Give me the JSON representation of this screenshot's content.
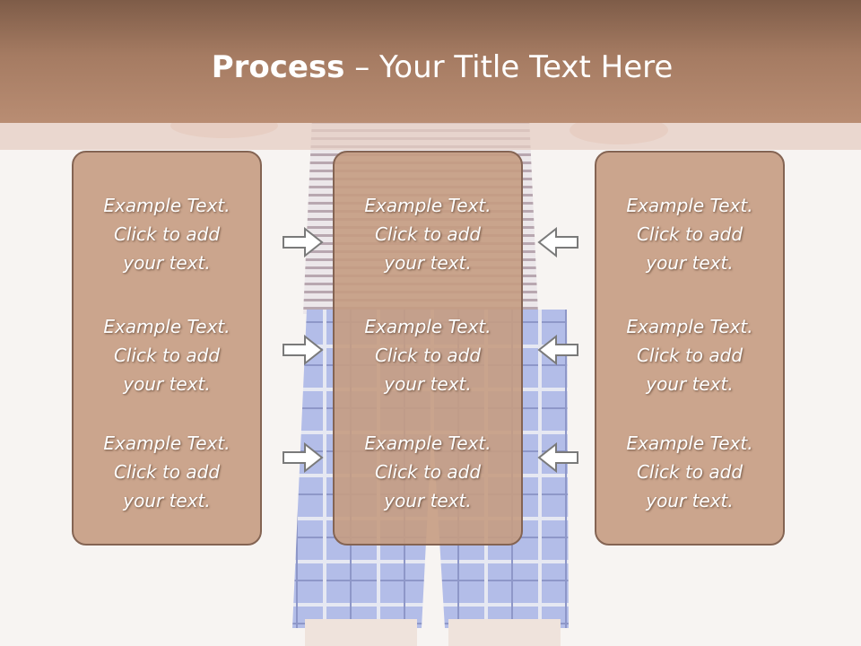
{
  "title": {
    "bold": "Process",
    "rest": " – Your Title Text Here"
  },
  "colors": {
    "title_band": "#a57b62",
    "box_fill": "#c59c82",
    "box_border": "#846453",
    "arrow_fill": "#ffffff",
    "arrow_stroke": "#7a7a7a"
  },
  "columns": [
    {
      "items": [
        {
          "line1": "Example Text.",
          "line2": "Click  to add",
          "line3": "your text."
        },
        {
          "line1": "Example Text.",
          "line2": "Click  to add",
          "line3": "your text."
        },
        {
          "line1": "Example Text.",
          "line2": "Click  to add",
          "line3": "your text."
        }
      ]
    },
    {
      "items": [
        {
          "line1": "Example Text.",
          "line2": "Click  to add",
          "line3": "your text."
        },
        {
          "line1": "Example Text.",
          "line2": "Click  to add",
          "line3": "your text."
        },
        {
          "line1": "Example Text.",
          "line2": "Click  to add",
          "line3": "your text."
        }
      ]
    },
    {
      "items": [
        {
          "line1": "Example Text.",
          "line2": "Click  to add",
          "line3": "your text."
        },
        {
          "line1": "Example Text.",
          "line2": "Click  to add",
          "line3": "your text."
        },
        {
          "line1": "Example Text.",
          "line2": "Click  to add",
          "line3": "your text."
        }
      ]
    }
  ],
  "arrows": {
    "left_to_center": "right-arrow-icon",
    "right_to_center": "left-arrow-icon"
  }
}
